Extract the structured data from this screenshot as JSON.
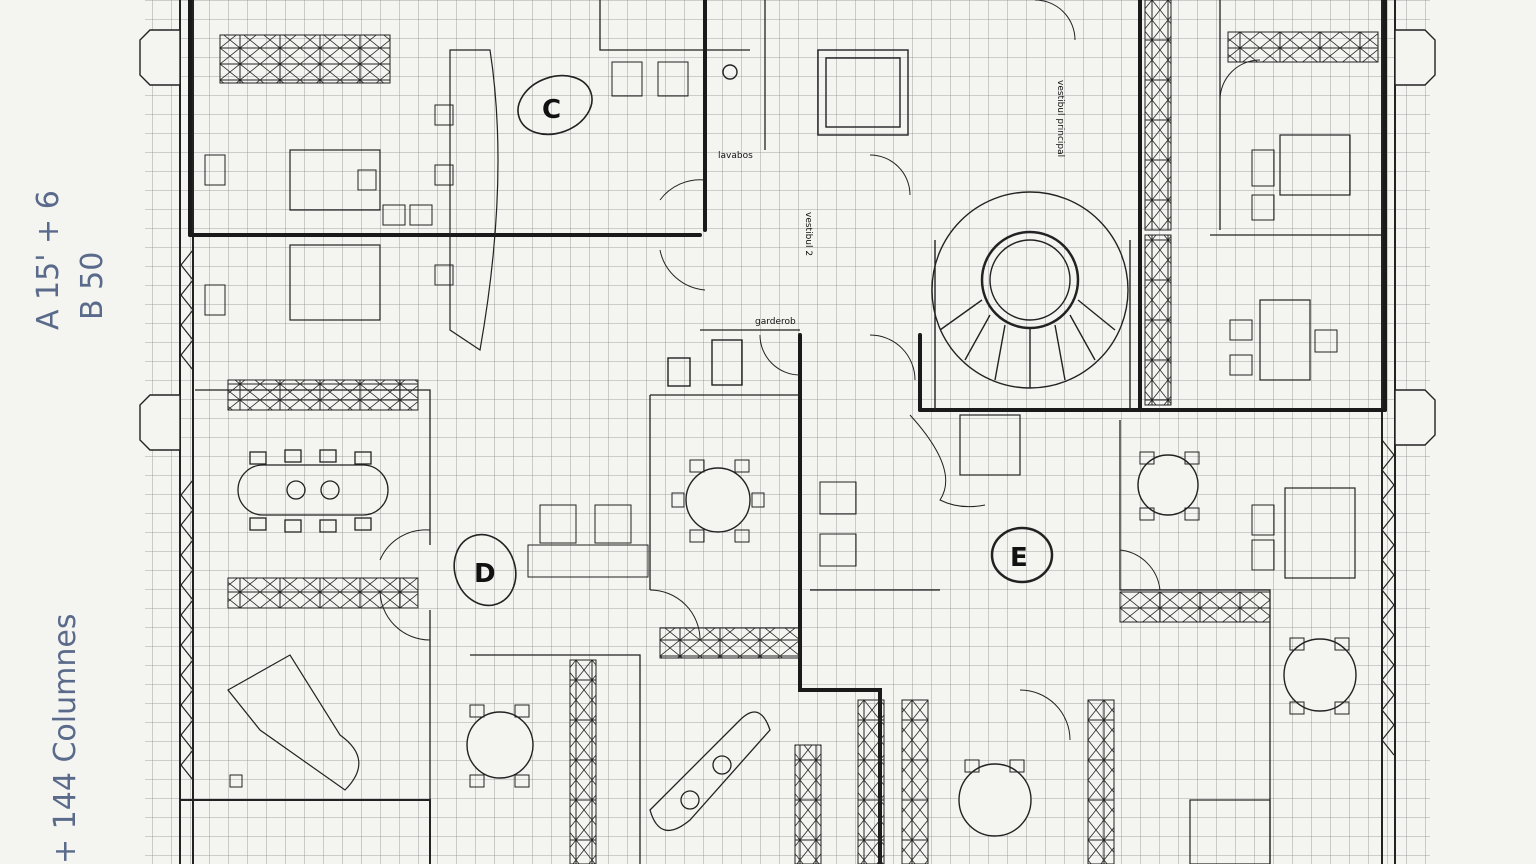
{
  "rooms": {
    "vestibul_principal": "vestibul principal",
    "vestibul_2": "vestibul 2",
    "lavabos": "lavabos",
    "garderob": "garderob"
  },
  "zones": [
    "C",
    "D",
    "E"
  ],
  "margin_notes": {
    "line_a": "A  15'  +  6",
    "line_b": "B  50",
    "line_c": "+ 144  Columnes"
  }
}
